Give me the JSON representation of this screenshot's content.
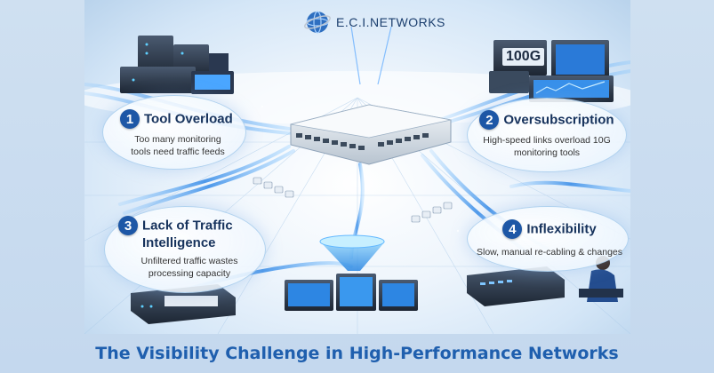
{
  "brand": {
    "name": "E.C.I.NETWORKS"
  },
  "items": [
    {
      "number": "1",
      "title": "Tool Overload",
      "desc_line1": "Too many monitoring",
      "desc_line2": "tools need traffic feeds"
    },
    {
      "number": "2",
      "title": "Oversubscription",
      "desc_line1": "High-speed links overload 10G",
      "desc_line2": "monitoring tools",
      "badge": "100G"
    },
    {
      "number": "3",
      "title_line1": "Lack of Traffic",
      "title_line2": "Intelligence",
      "desc_line1": "Unfiltered traffic wastes",
      "desc_line2": "processing capacity"
    },
    {
      "number": "4",
      "title": "Inflexibility",
      "desc_line1": "Slow, manual re-cabling & changes"
    }
  ],
  "caption": "The Visibility Challenge in High-Performance Networks",
  "colors": {
    "accent": "#1f5fae",
    "number_badge": "#1d57a6",
    "title": "#16325c"
  }
}
